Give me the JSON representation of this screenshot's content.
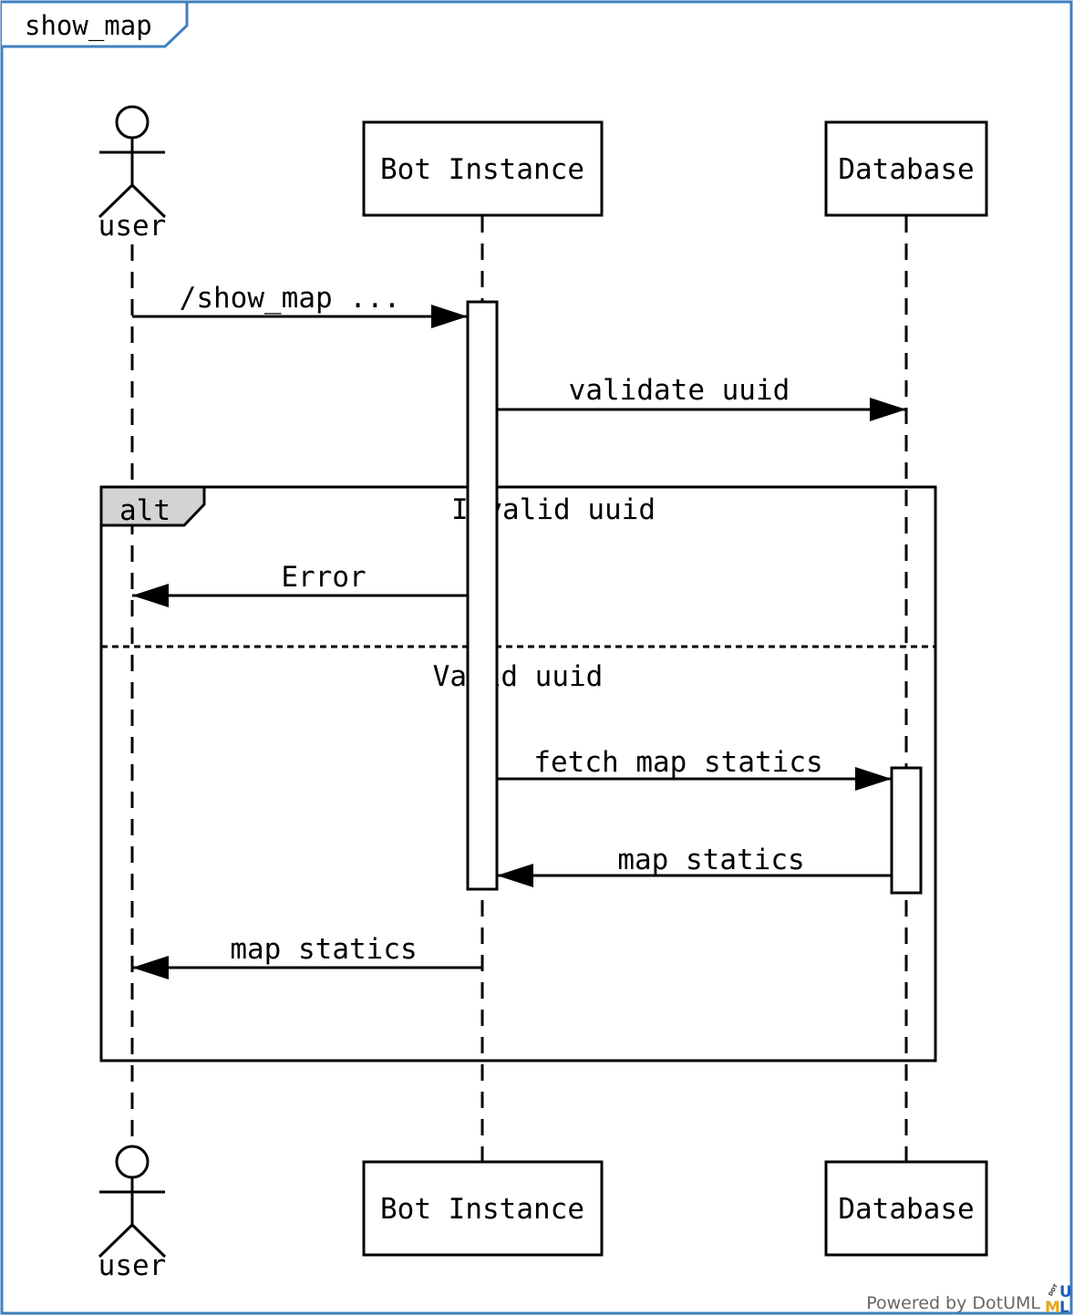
{
  "diagram": {
    "title": "show_map",
    "participants": [
      {
        "id": "user",
        "label": "user",
        "kind": "actor"
      },
      {
        "id": "bot",
        "label": "Bot Instance",
        "kind": "box"
      },
      {
        "id": "db",
        "label": "Database",
        "kind": "box"
      }
    ],
    "messages": [
      {
        "from": "user",
        "to": "bot",
        "label": "/show_map ..."
      },
      {
        "from": "bot",
        "to": "db",
        "label": "validate uuid"
      },
      {
        "from": "bot",
        "to": "user",
        "label": "Error"
      },
      {
        "from": "bot",
        "to": "db",
        "label": "fetch map statics"
      },
      {
        "from": "db",
        "to": "bot",
        "label": "map statics"
      },
      {
        "from": "bot",
        "to": "user",
        "label": "map statics"
      }
    ],
    "fragment": {
      "operator": "alt",
      "guards": [
        "Invalid uuid",
        "Valid uuid"
      ]
    },
    "footer": {
      "powered_by": "Powered by DotUML",
      "logo_letters": [
        "U",
        "M",
        "L"
      ],
      "logo_small": "DOT"
    },
    "colors": {
      "frame_border": "#3f7fbf",
      "line": "#000000",
      "fragment_tag_fill": "#d3d3d3",
      "footer_text": "#666666",
      "logo_u": "#1f5fbf",
      "logo_m": "#e8a317",
      "logo_l": "#1f5fbf"
    }
  }
}
